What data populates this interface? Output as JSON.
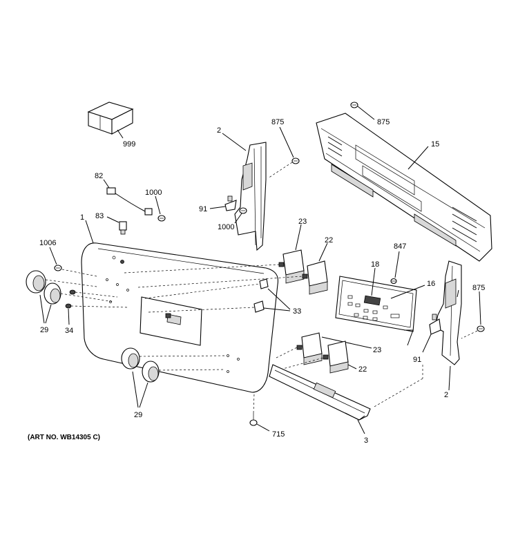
{
  "art_number": "(ART NO. WB14305 C)",
  "labels": {
    "l999": "999",
    "l82": "82",
    "l1000a": "1000",
    "l83": "83",
    "l1": "1",
    "l1006": "1006",
    "l29a": "29",
    "l34": "34",
    "l2a": "2",
    "l875a": "875",
    "l91a": "91",
    "l1000b": "1000",
    "l875b": "875",
    "l15": "15",
    "l23a": "23",
    "l22a": "22",
    "l847": "847",
    "l18": "18",
    "l16": "16",
    "l33": "33",
    "l23b": "23",
    "l22b": "22",
    "l875c": "875",
    "l91b": "91",
    "l2b": "2",
    "l3": "3",
    "l715": "715",
    "l29b": "29"
  }
}
